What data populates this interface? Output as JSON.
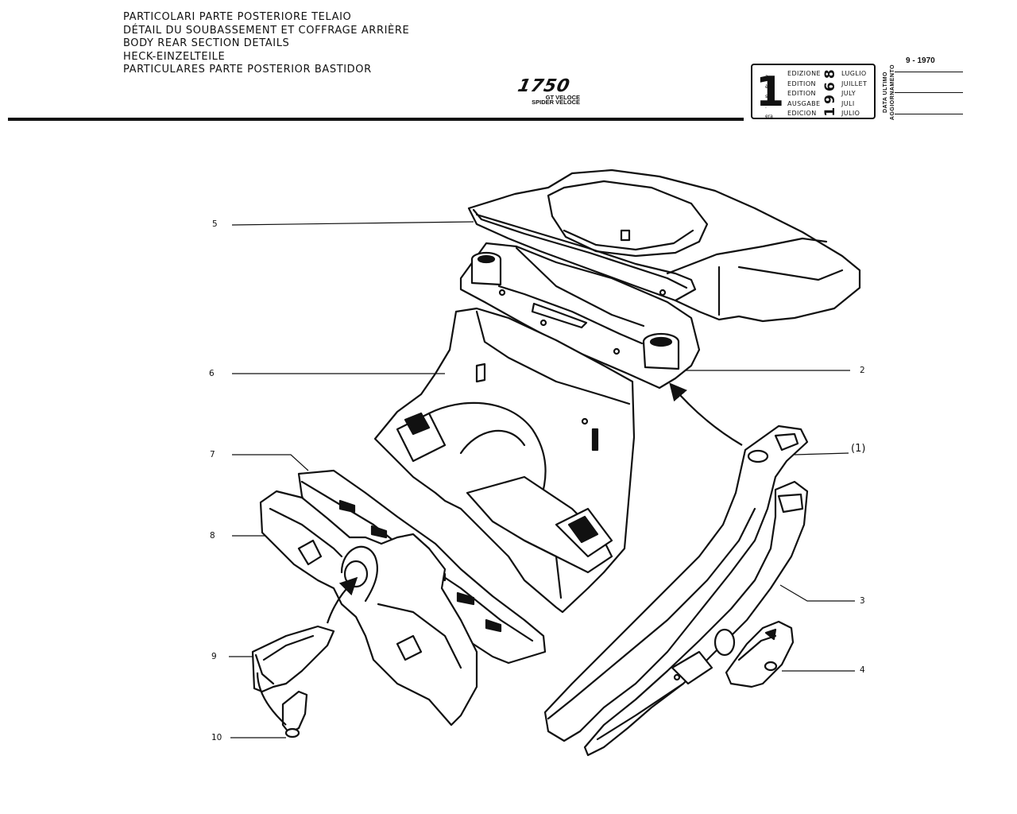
{
  "header": {
    "titles": [
      "PARTICOLARI PARTE POSTERIORE TELAIO",
      "DÉTAIL DU SOUBASSEMENT ET COFFRAGE ARRIÈRE",
      "BODY REAR SECTION DETAILS",
      "HECK-EINZELTEILE",
      "PARTICULARES PARTE POSTERIOR BASTIDOR"
    ],
    "model": "1750",
    "variants": [
      "GT VELOCE",
      "SPIDER VELOCE"
    ]
  },
  "edition_box": {
    "number": "1",
    "ordinals": [
      "a",
      "ère",
      "st",
      ".",
      "era"
    ],
    "labels": [
      "EDIZIONE",
      "EDITION",
      "EDITION",
      "AUSGABE",
      "EDICION"
    ],
    "year": "1968",
    "months": [
      "LUGLIO",
      "JUILLET",
      "JULY",
      "JULI",
      "JULIO"
    ]
  },
  "update": {
    "label_line1": "DATA ULTIMO",
    "label_line2": "AGGIORNAMENTO",
    "date": "9 - 1970"
  },
  "callouts": {
    "c1": "(1)",
    "c2": "2",
    "c3": "3",
    "c4": "4",
    "c5": "5",
    "c6": "6",
    "c7": "7",
    "c8": "8",
    "c9": "9",
    "c10": "10"
  },
  "colors": {
    "ink": "#111111",
    "paper": "#ffffff"
  }
}
